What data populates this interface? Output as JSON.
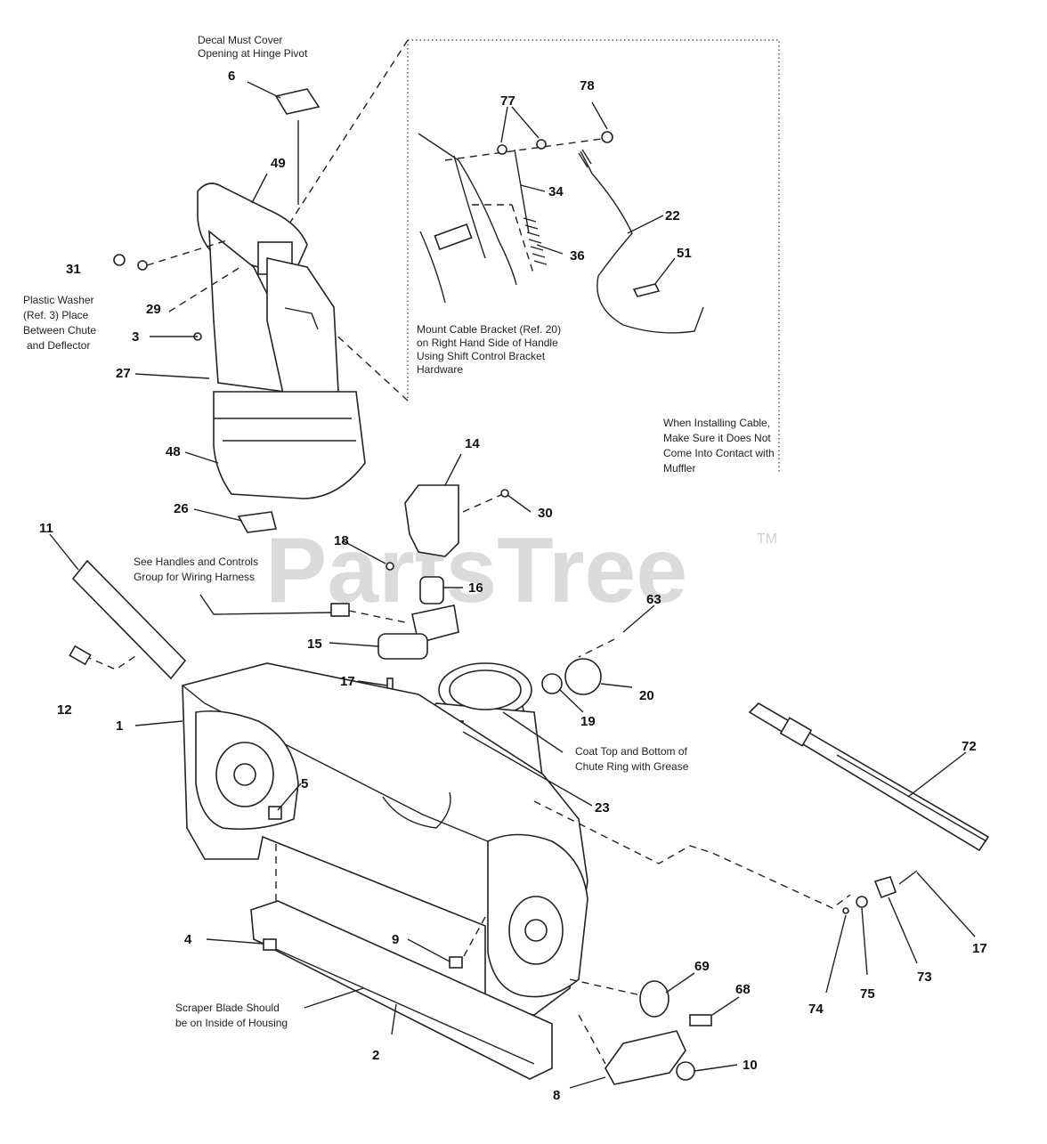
{
  "notes": {
    "decal": [
      "Decal Must Cover",
      "Opening at Hinge Pivot"
    ],
    "washer": [
      "Plastic Washer",
      "(Ref. 3) Place",
      "Between Chute",
      "and Deflector"
    ],
    "cable_bracket": [
      "Mount Cable Bracket (Ref. 20)",
      "on Right Hand Side of Handle",
      "Using Shift Control Bracket",
      "Hardware"
    ],
    "installing_cable": [
      "When Installing Cable,",
      "Make Sure it Does Not",
      "Come Into Contact with",
      "Muffler"
    ],
    "wiring": [
      "See Handles and Controls",
      "Group for Wiring Harness"
    ],
    "grease": [
      "Coat Top and Bottom of",
      "Chute Ring with Grease"
    ],
    "scraper": [
      "Scraper Blade Should",
      "be on Inside of Housing"
    ]
  },
  "watermark": {
    "text": "PartsTree",
    "tm": "TM"
  },
  "callouts": {
    "c6": "6",
    "c49": "49",
    "c31": "31",
    "c29": "29",
    "c3": "3",
    "c27": "27",
    "c48": "48",
    "c26": "26",
    "c77": "77",
    "c78": "78",
    "c34": "34",
    "c36": "36",
    "c22": "22",
    "c51": "51",
    "c14": "14",
    "c30": "30",
    "c18": "18",
    "c16": "16",
    "c11": "11",
    "c63": "63",
    "c15": "15",
    "c17a": "17",
    "c20": "20",
    "c19": "19",
    "c12": "12",
    "c1": "1",
    "c5": "5",
    "c23": "23",
    "c72": "72",
    "c17b": "17",
    "c4": "4",
    "c9": "9",
    "c74": "74",
    "c75": "75",
    "c73": "73",
    "c69": "69",
    "c68": "68",
    "c2": "2",
    "c10": "10",
    "c8": "8"
  }
}
